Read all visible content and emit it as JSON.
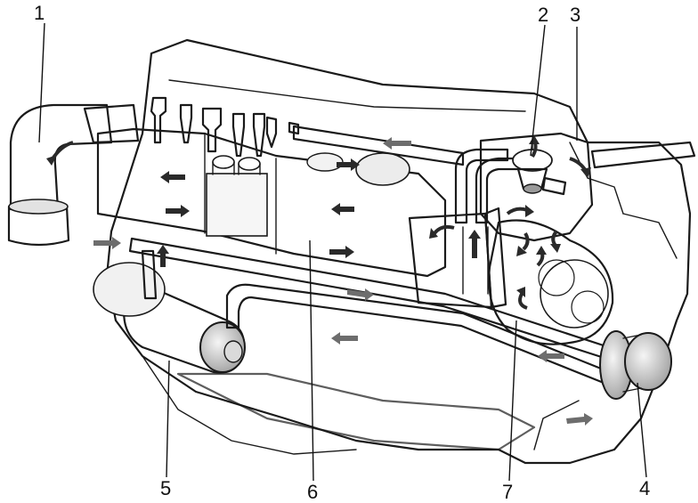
{
  "diagram": {
    "callouts": [
      {
        "id": "1",
        "label": "1"
      },
      {
        "id": "2",
        "label": "2"
      },
      {
        "id": "3",
        "label": "3"
      },
      {
        "id": "4",
        "label": "4"
      },
      {
        "id": "5",
        "label": "5"
      },
      {
        "id": "6",
        "label": "6"
      },
      {
        "id": "7",
        "label": "7"
      }
    ],
    "colors": {
      "background": "#ffffff",
      "line": "#1a1a1a",
      "shade_light": "#d6d6d6",
      "shade_mid": "#b4b4b4",
      "shade_dark": "#8a8a8a",
      "flow_arrow": "#3a3a3a"
    },
    "components": [
      "air-intake-elbow-icon",
      "thermostat-icon",
      "thermostat-housing-icon",
      "water-pump-icon",
      "oil-cooler-icon",
      "cylinder-block-water-jacket-icon",
      "pump-volute-icon"
    ]
  }
}
